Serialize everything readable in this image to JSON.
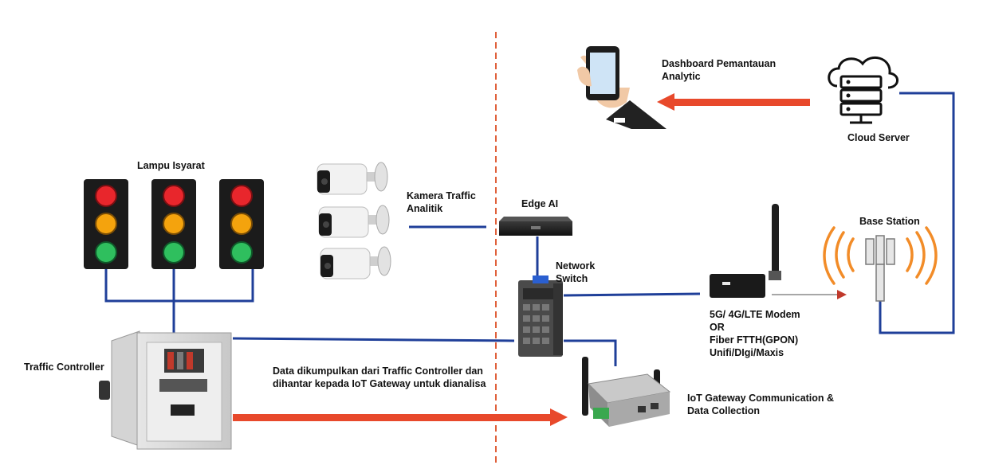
{
  "labels": {
    "lampu_isyarat": "Lampu Isyarat",
    "kamera": [
      "Kamera Traffic",
      "Analitik"
    ],
    "edge_ai": "Edge AI",
    "network_switch": [
      "Network",
      "Switch"
    ],
    "dashboard": [
      "Dashboard Pemantauan",
      "Analytic"
    ],
    "cloud_server": "Cloud Server",
    "base_station": "Base Station",
    "modem": [
      "5G/ 4G/LTE Modem",
      "OR",
      "Fiber FTTH(GPON)",
      "Unifi/DIgi/Maxis"
    ],
    "traffic_controller": "Traffic Controller",
    "data_flow": [
      "Data dikumpulkan dari Traffic Controller dan",
      "dihantar kepada IoT Gateway untuk dianalisa"
    ],
    "iot_gateway": [
      "IoT Gateway Communication &",
      "Data Collection"
    ]
  },
  "colors": {
    "link_blue": "#1f3f99",
    "arrow_red": "#e8492b",
    "divider": "#e0603a",
    "light_red": "#e8262c",
    "light_amber": "#f4a30d",
    "light_green": "#2fbf5e",
    "signal_orange": "#f28c28"
  },
  "icons": {
    "traffic_light": "traffic-light-icon",
    "camera": "cctv-camera-icon",
    "edge_ai": "edge-ai-box-icon",
    "switch": "network-switch-icon",
    "phone": "smartphone-hand-icon",
    "cloud": "cloud-server-icon",
    "tower": "base-station-tower-icon",
    "modem": "lte-modem-icon",
    "cabinet": "traffic-controller-cabinet-icon",
    "gateway": "iot-gateway-icon"
  }
}
